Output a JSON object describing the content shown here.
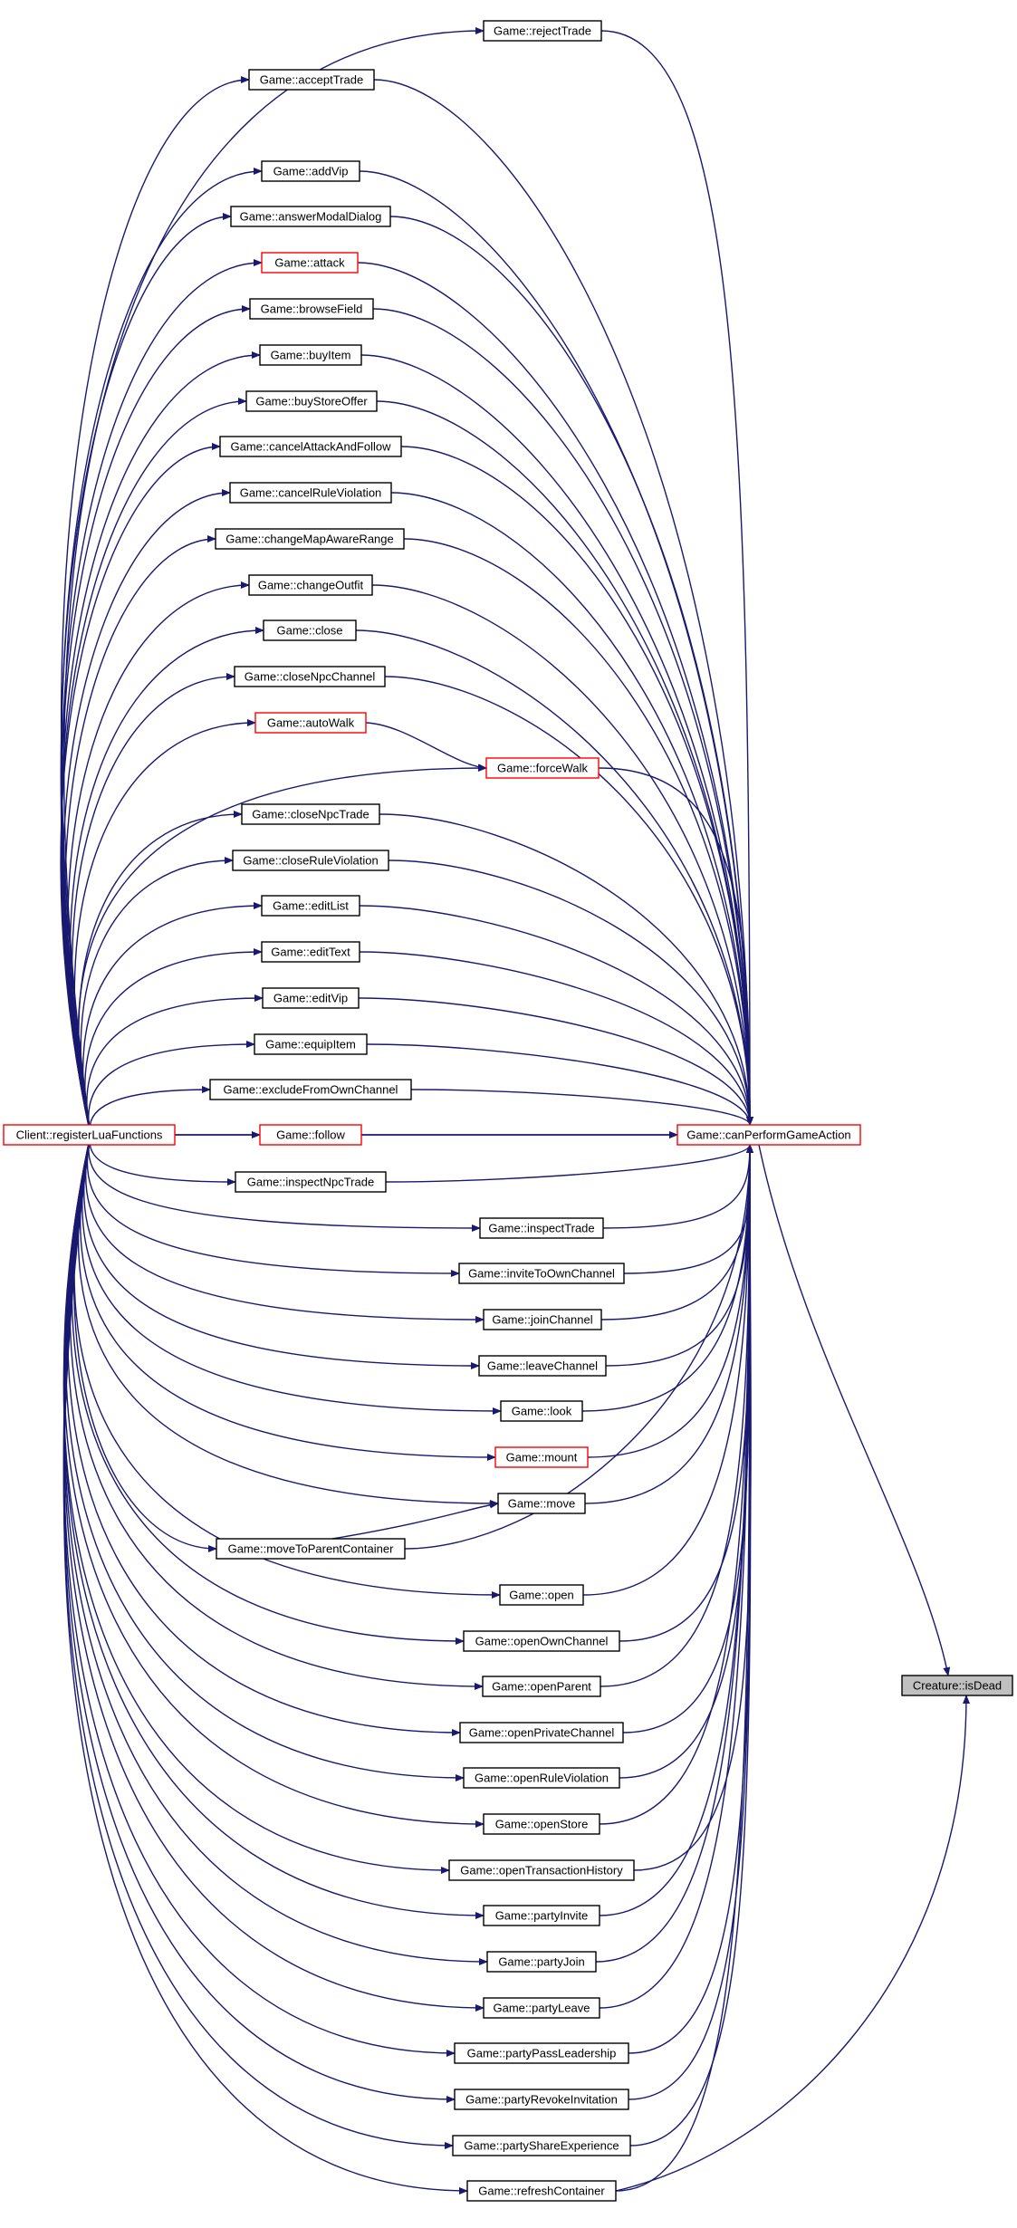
{
  "graph": {
    "edge_color": "#191970",
    "node_stroke": "#000000",
    "highlight_stroke": "#ff0000",
    "focus_fill": "#c0c0c0",
    "nodes": [
      {
        "id": "reject",
        "label": "Game::rejectTrade",
        "style": "normal"
      },
      {
        "id": "accept",
        "label": "Game::acceptTrade",
        "style": "normal"
      },
      {
        "id": "addvip",
        "label": "Game::addVip",
        "style": "normal"
      },
      {
        "id": "answer",
        "label": "Game::answerModalDialog",
        "style": "normal"
      },
      {
        "id": "attack",
        "label": "Game::attack",
        "style": "red"
      },
      {
        "id": "browse",
        "label": "Game::browseField",
        "style": "normal"
      },
      {
        "id": "buyitem",
        "label": "Game::buyItem",
        "style": "normal"
      },
      {
        "id": "buystore",
        "label": "Game::buyStoreOffer",
        "style": "normal"
      },
      {
        "id": "cancelatk",
        "label": "Game::cancelAttackAndFollow",
        "style": "normal"
      },
      {
        "id": "cancelrule",
        "label": "Game::cancelRuleViolation",
        "style": "normal"
      },
      {
        "id": "changemap",
        "label": "Game::changeMapAwareRange",
        "style": "normal"
      },
      {
        "id": "changeout",
        "label": "Game::changeOutfit",
        "style": "normal"
      },
      {
        "id": "close",
        "label": "Game::close",
        "style": "normal"
      },
      {
        "id": "closenpcch",
        "label": "Game::closeNpcChannel",
        "style": "normal"
      },
      {
        "id": "autowalk",
        "label": "Game::autoWalk",
        "style": "red"
      },
      {
        "id": "forcewalk",
        "label": "Game::forceWalk",
        "style": "red"
      },
      {
        "id": "closenpctr",
        "label": "Game::closeNpcTrade",
        "style": "normal"
      },
      {
        "id": "closerule",
        "label": "Game::closeRuleViolation",
        "style": "normal"
      },
      {
        "id": "editlist",
        "label": "Game::editList",
        "style": "normal"
      },
      {
        "id": "edittext",
        "label": "Game::editText",
        "style": "normal"
      },
      {
        "id": "editvip",
        "label": "Game::editVip",
        "style": "normal"
      },
      {
        "id": "equip",
        "label": "Game::equipItem",
        "style": "normal"
      },
      {
        "id": "exclude",
        "label": "Game::excludeFromOwnChannel",
        "style": "normal"
      },
      {
        "id": "client",
        "label": "Client::registerLuaFunctions",
        "style": "red"
      },
      {
        "id": "follow",
        "label": "Game::follow",
        "style": "red"
      },
      {
        "id": "canperform",
        "label": "Game::canPerformGameAction",
        "style": "red"
      },
      {
        "id": "inspnpc",
        "label": "Game::inspectNpcTrade",
        "style": "normal"
      },
      {
        "id": "insptrade",
        "label": "Game::inspectTrade",
        "style": "normal"
      },
      {
        "id": "invite",
        "label": "Game::inviteToOwnChannel",
        "style": "normal"
      },
      {
        "id": "join",
        "label": "Game::joinChannel",
        "style": "normal"
      },
      {
        "id": "leave",
        "label": "Game::leaveChannel",
        "style": "normal"
      },
      {
        "id": "look",
        "label": "Game::look",
        "style": "normal"
      },
      {
        "id": "mount",
        "label": "Game::mount",
        "style": "red"
      },
      {
        "id": "move",
        "label": "Game::move",
        "style": "normal"
      },
      {
        "id": "movepar",
        "label": "Game::moveToParentContainer",
        "style": "normal"
      },
      {
        "id": "open",
        "label": "Game::open",
        "style": "normal"
      },
      {
        "id": "openown",
        "label": "Game::openOwnChannel",
        "style": "normal"
      },
      {
        "id": "openpar",
        "label": "Game::openParent",
        "style": "normal"
      },
      {
        "id": "openpriv",
        "label": "Game::openPrivateChannel",
        "style": "normal"
      },
      {
        "id": "openrule",
        "label": "Game::openRuleViolation",
        "style": "normal"
      },
      {
        "id": "openstore",
        "label": "Game::openStore",
        "style": "normal"
      },
      {
        "id": "opentrans",
        "label": "Game::openTransactionHistory",
        "style": "normal"
      },
      {
        "id": "partyinv",
        "label": "Game::partyInvite",
        "style": "normal"
      },
      {
        "id": "partyjoin",
        "label": "Game::partyJoin",
        "style": "normal"
      },
      {
        "id": "partyleave",
        "label": "Game::partyLeave",
        "style": "normal"
      },
      {
        "id": "partypass",
        "label": "Game::partyPassLeadership",
        "style": "normal"
      },
      {
        "id": "partyrev",
        "label": "Game::partyRevokeInvitation",
        "style": "normal"
      },
      {
        "id": "partyshare",
        "label": "Game::partyShareExperience",
        "style": "normal"
      },
      {
        "id": "refresh",
        "label": "Game::refreshContainer",
        "style": "normal"
      },
      {
        "id": "isdead",
        "label": "Creature::isDead",
        "style": "gray"
      }
    ],
    "edges": [
      [
        "client",
        "reject"
      ],
      [
        "client",
        "accept"
      ],
      [
        "client",
        "addvip"
      ],
      [
        "client",
        "answer"
      ],
      [
        "client",
        "attack"
      ],
      [
        "client",
        "browse"
      ],
      [
        "client",
        "buyitem"
      ],
      [
        "client",
        "buystore"
      ],
      [
        "client",
        "cancelatk"
      ],
      [
        "client",
        "cancelrule"
      ],
      [
        "client",
        "changemap"
      ],
      [
        "client",
        "changeout"
      ],
      [
        "client",
        "close"
      ],
      [
        "client",
        "closenpcch"
      ],
      [
        "client",
        "autowalk"
      ],
      [
        "client",
        "forcewalk"
      ],
      [
        "client",
        "closenpctr"
      ],
      [
        "client",
        "closerule"
      ],
      [
        "client",
        "editlist"
      ],
      [
        "client",
        "edittext"
      ],
      [
        "client",
        "editvip"
      ],
      [
        "client",
        "equip"
      ],
      [
        "client",
        "exclude"
      ],
      [
        "client",
        "follow"
      ],
      [
        "client",
        "canperform"
      ],
      [
        "client",
        "inspnpc"
      ],
      [
        "client",
        "insptrade"
      ],
      [
        "client",
        "invite"
      ],
      [
        "client",
        "join"
      ],
      [
        "client",
        "leave"
      ],
      [
        "client",
        "look"
      ],
      [
        "client",
        "mount"
      ],
      [
        "client",
        "move"
      ],
      [
        "client",
        "movepar"
      ],
      [
        "client",
        "open"
      ],
      [
        "client",
        "openown"
      ],
      [
        "client",
        "openpar"
      ],
      [
        "client",
        "openpriv"
      ],
      [
        "client",
        "openrule"
      ],
      [
        "client",
        "openstore"
      ],
      [
        "client",
        "opentrans"
      ],
      [
        "client",
        "partyinv"
      ],
      [
        "client",
        "partyjoin"
      ],
      [
        "client",
        "partyleave"
      ],
      [
        "client",
        "partypass"
      ],
      [
        "client",
        "partyrev"
      ],
      [
        "client",
        "partyshare"
      ],
      [
        "client",
        "refresh"
      ],
      [
        "autowalk",
        "forcewalk"
      ],
      [
        "movepar",
        "move"
      ],
      [
        "reject",
        "canperform"
      ],
      [
        "accept",
        "canperform"
      ],
      [
        "addvip",
        "canperform"
      ],
      [
        "answer",
        "canperform"
      ],
      [
        "attack",
        "canperform"
      ],
      [
        "browse",
        "canperform"
      ],
      [
        "buyitem",
        "canperform"
      ],
      [
        "buystore",
        "canperform"
      ],
      [
        "cancelatk",
        "canperform"
      ],
      [
        "cancelrule",
        "canperform"
      ],
      [
        "changemap",
        "canperform"
      ],
      [
        "changeout",
        "canperform"
      ],
      [
        "close",
        "canperform"
      ],
      [
        "closenpcch",
        "canperform"
      ],
      [
        "forcewalk",
        "canperform"
      ],
      [
        "closenpctr",
        "canperform"
      ],
      [
        "closerule",
        "canperform"
      ],
      [
        "editlist",
        "canperform"
      ],
      [
        "edittext",
        "canperform"
      ],
      [
        "editvip",
        "canperform"
      ],
      [
        "equip",
        "canperform"
      ],
      [
        "exclude",
        "canperform"
      ],
      [
        "follow",
        "canperform"
      ],
      [
        "inspnpc",
        "canperform"
      ],
      [
        "insptrade",
        "canperform"
      ],
      [
        "invite",
        "canperform"
      ],
      [
        "join",
        "canperform"
      ],
      [
        "leave",
        "canperform"
      ],
      [
        "look",
        "canperform"
      ],
      [
        "mount",
        "canperform"
      ],
      [
        "move",
        "canperform"
      ],
      [
        "movepar",
        "canperform"
      ],
      [
        "open",
        "canperform"
      ],
      [
        "openown",
        "canperform"
      ],
      [
        "openpar",
        "canperform"
      ],
      [
        "openpriv",
        "canperform"
      ],
      [
        "openrule",
        "canperform"
      ],
      [
        "openstore",
        "canperform"
      ],
      [
        "opentrans",
        "canperform"
      ],
      [
        "partyinv",
        "canperform"
      ],
      [
        "partyjoin",
        "canperform"
      ],
      [
        "partyleave",
        "canperform"
      ],
      [
        "partypass",
        "canperform"
      ],
      [
        "partyrev",
        "canperform"
      ],
      [
        "partyshare",
        "canperform"
      ],
      [
        "refresh",
        "canperform"
      ],
      [
        "canperform",
        "isdead"
      ],
      [
        "refresh",
        "isdead"
      ]
    ]
  }
}
